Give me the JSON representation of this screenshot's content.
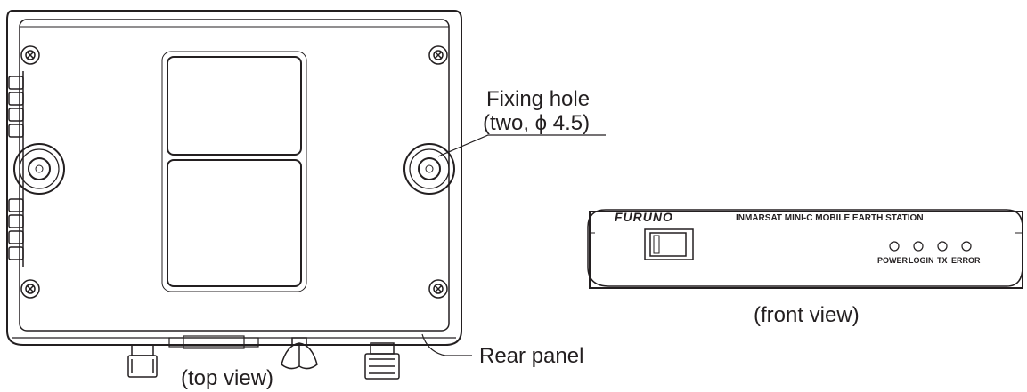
{
  "top_view": {
    "caption": "(top view)",
    "callouts": {
      "fixing_hole_line1": "Fixing hole",
      "fixing_hole_line2": "(two, ϕ 4.5)",
      "rear_panel": "Rear panel"
    }
  },
  "front_view": {
    "caption": "(front view)",
    "brand_logo": "FURUNO",
    "panel_title": "INMARSAT MINI-C MOBILE EARTH STATION",
    "indicators": [
      "POWER",
      "LOGIN",
      "TX",
      "ERROR"
    ]
  },
  "colors": {
    "line": "#231f20",
    "background": "#ffffff"
  }
}
